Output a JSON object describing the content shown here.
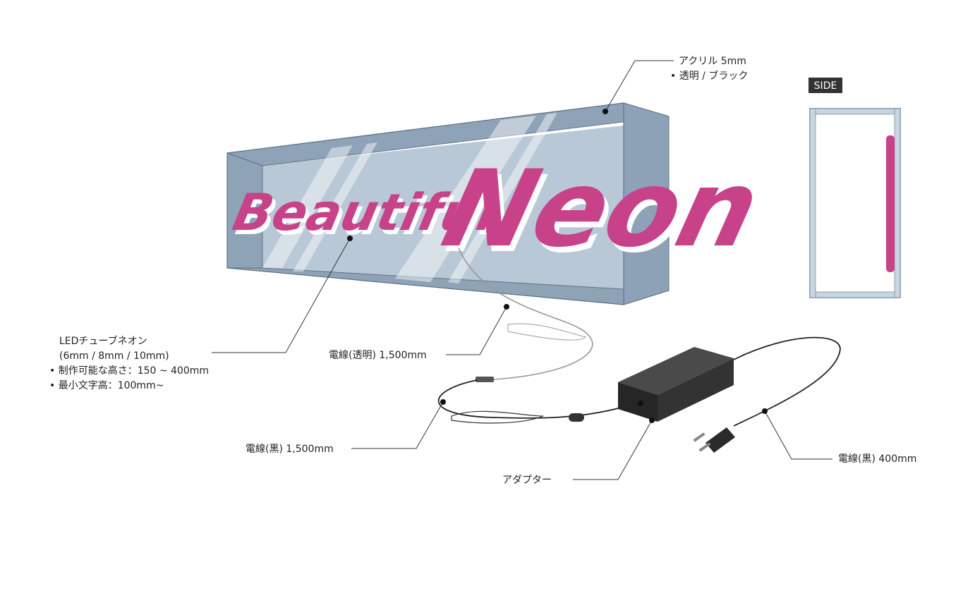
{
  "diagram": {
    "sign_text": {
      "script": "Beautiful",
      "main": "Neon"
    },
    "callouts": {
      "acrylic": {
        "line1": "アクリル 5mm",
        "line2": "• 透明 / ブラック"
      },
      "side_badge": "SIDE",
      "led_tube": {
        "line1": "LEDチューブネオン",
        "line2": "(6mm / 8mm / 10mm)",
        "line3": "• 制作可能な高さ：150 ~ 400mm",
        "line4": "• 最小文字高：100mm~"
      },
      "wire_clear": "電線(透明) 1,500mm",
      "wire_black_long": "電線(黒) 1,500mm",
      "adapter": "アダプター",
      "wire_black_short": "電線(黒) 400mm"
    },
    "colors": {
      "acrylic": "#9fb3c6",
      "acrylic_dark": "#7f95aa",
      "neon_pink": "#c8428a",
      "neon_pink_light": "#e07ab0",
      "adapter": "#2f2f2f",
      "label_bg": "#333333"
    }
  }
}
